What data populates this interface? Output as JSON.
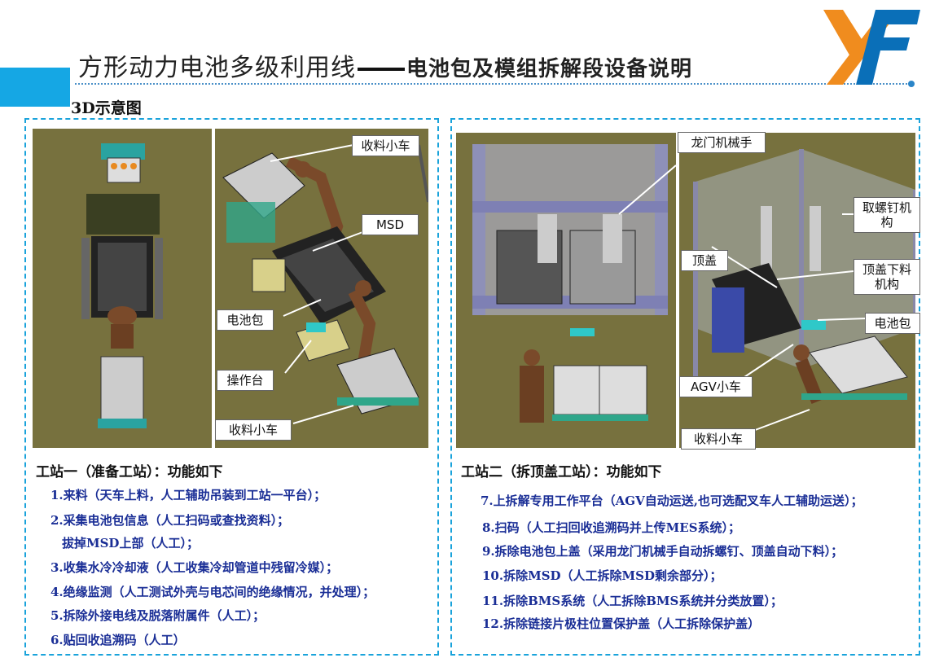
{
  "header": {
    "title_main": "方形动力电池多级利用线",
    "title_sub": "电池包及模组拆解段设备说明",
    "section_label": "3D示意图"
  },
  "colors": {
    "accent": "#15a7e4",
    "item_text": "#1a2e96",
    "logo_orange": "#f08c1e",
    "logo_blue": "#0a6fb8"
  },
  "left_panel": {
    "callouts": {
      "cart_top": "收料小车",
      "msd": "MSD",
      "battery_pack": "电池包",
      "console": "操作台",
      "cart_bottom": "收料小车"
    },
    "station_title": "工站一（准备工站）：功能如下",
    "items": [
      "1.来料（天车上料，人工辅助吊装到工站一平台）；",
      "2.采集电池包信息（人工扫码或查找资料）；",
      "拔掉MSD上部（人工）；",
      "3.收集水冷冷却液（人工收集冷却管道中残留冷媒）；",
      "4.绝缘监测（人工测试外壳与电芯间的绝缘情况，并处理）；",
      "5.拆除外接电线及脱落附属件（人工）；",
      "6.贴回收追溯码（人工）"
    ]
  },
  "right_panel": {
    "callouts": {
      "gantry": "龙门机械手",
      "screw": "取螺钉机构",
      "top_cover": "顶盖",
      "cover_unload": "顶盖下料机构",
      "battery_pack": "电池包",
      "agv": "AGV小车",
      "cart": "收料小车"
    },
    "station_title": "工站二（拆顶盖工站）：功能如下",
    "items": [
      "7.上拆解专用工作平台（AGV自动运送,也可选配叉车人工辅助运送）；",
      "8.扫码（人工扫回收追溯码并上传MES系统）；",
      "9.拆除电池包上盖（采用龙门机械手自动拆螺钉、顶盖自动下料）；",
      "10.拆除MSD（人工拆除MSD剩余部分）；",
      "11.拆除BMS系统（人工拆除BMS系统并分类放置）；",
      "12.拆除链接片极柱位置保护盖（人工拆除保护盖）"
    ]
  }
}
